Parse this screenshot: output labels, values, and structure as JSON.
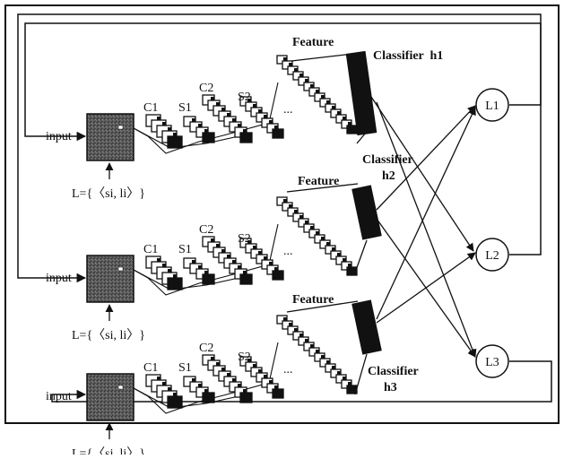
{
  "labels": {
    "input": "input",
    "label_set": "L={〈si, li〉}",
    "c1": "C1",
    "s1": "S1",
    "c2": "C2",
    "s2": "S2",
    "ellipsis": "...",
    "feature": "Feature",
    "classifier_h1": "Classifier  h1",
    "classifier_word": "Classifier",
    "h2": "h2",
    "h3": "h3",
    "l1": "L1",
    "l2": "L2",
    "l3": "L3"
  }
}
